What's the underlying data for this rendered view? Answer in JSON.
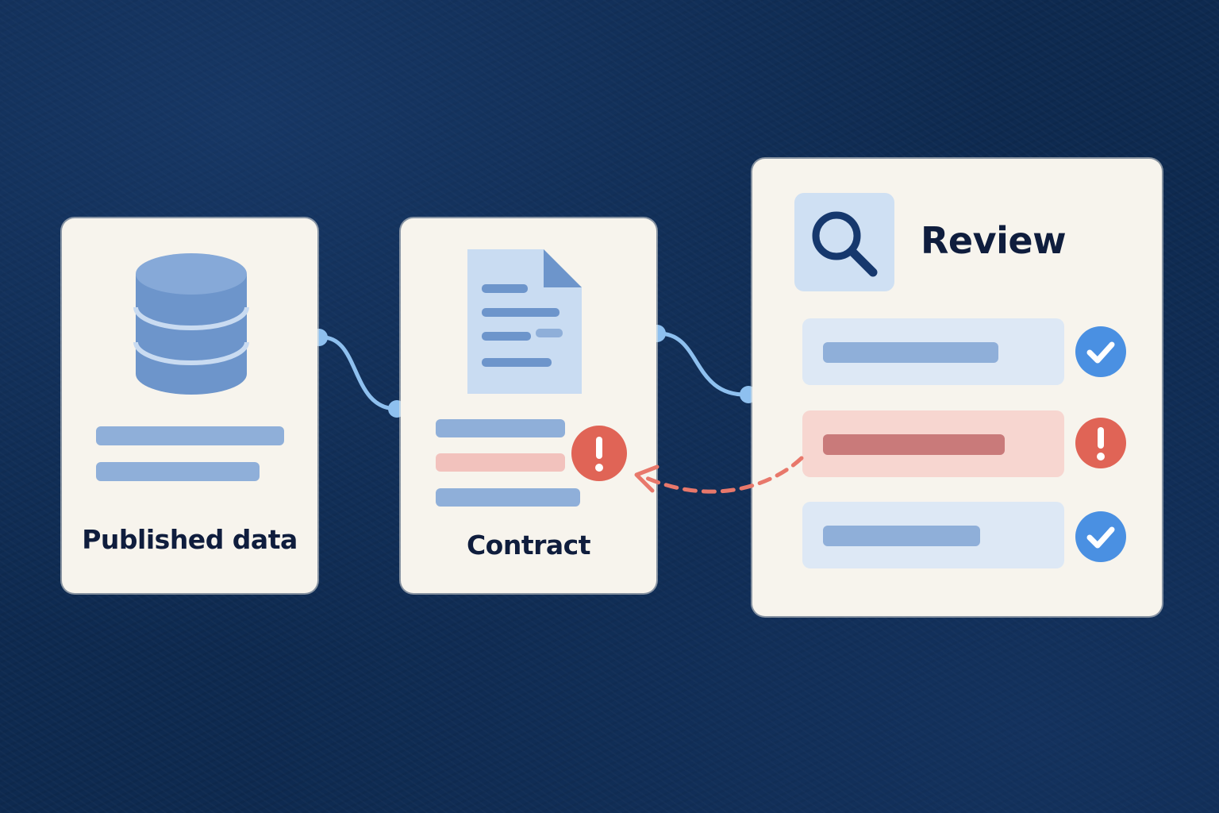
{
  "cards": {
    "published": {
      "label": "Published data"
    },
    "contract": {
      "label": "Contract"
    },
    "review": {
      "title": "Review",
      "rows": [
        {
          "status": "ok",
          "status_icon": "check-icon"
        },
        {
          "status": "error",
          "status_icon": "exclamation-icon"
        },
        {
          "status": "ok",
          "status_icon": "check-icon"
        }
      ]
    }
  },
  "icons": {
    "published": "database-icon",
    "contract": "document-icon",
    "contract_alert": "exclamation-icon",
    "review": "magnifier-icon"
  },
  "colors": {
    "background": "#0e2a50",
    "card": "#f7f4ed",
    "accent_blue": "#4a90e2",
    "connector": "#8ec0ef",
    "error_red": "#e06456",
    "text": "#0f1d3d"
  }
}
